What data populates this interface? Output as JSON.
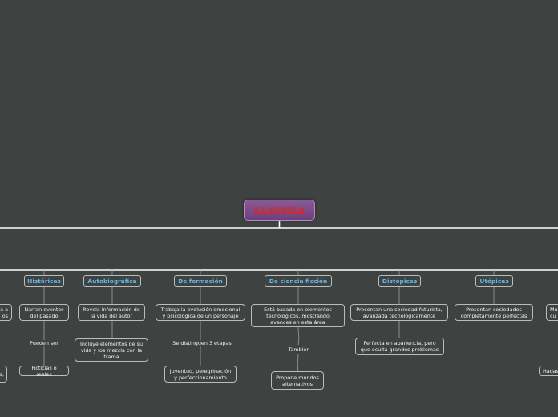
{
  "root": {
    "title": "LA NOVELA"
  },
  "columns": [
    {
      "title": "Históricas",
      "desc": "Narran eventos del pasado",
      "connector": "Pueden ser",
      "child": "Ficticias o reales"
    },
    {
      "title": "Autobiográfica",
      "desc": "Revela información de la vida del autor",
      "child": "Incluye elementos de su vida y los mezcla con la trama"
    },
    {
      "title": "De formación",
      "desc": "Trabaja la evolución emocional y psicológica de un personaje",
      "connector": "Se distinguen 3 etapas",
      "child": "Juventud, peregrinación y perfeccionamiento"
    },
    {
      "title": "De ciencia ficción",
      "desc": "Está basada en elementos tecnológicos, mostrando avances en esta área",
      "connector": "También",
      "child": "Propone mundos alternativos"
    },
    {
      "title": "Distópicas",
      "desc": "Presentan una sociedad futurista, avanzada tecnológicamente",
      "child": "Perfecta en apariencia, pero que oculta grandes problemas"
    },
    {
      "title": "Utópicas",
      "desc": "Presentan sociedades completamente perfectas"
    }
  ],
  "partial": {
    "left_desc_a": "a a",
    "left_desc_b": "os",
    "left_child": "s,",
    "right_desc_a": "Mu",
    "right_desc_b": "cu",
    "right_child": "Hadas"
  }
}
